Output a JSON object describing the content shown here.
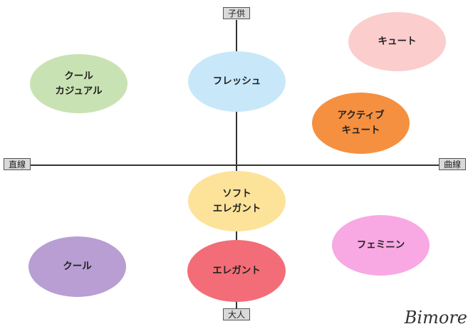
{
  "axes": {
    "top": "子供",
    "bottom": "大人",
    "left": "直線",
    "right": "曲線"
  },
  "bubbles": [
    {
      "id": "cute",
      "label": "キュート",
      "color": "#fbcdcd"
    },
    {
      "id": "cool-casual",
      "label": "クール\nカジュアル",
      "color": "#c9e2b3"
    },
    {
      "id": "fresh",
      "label": "フレッシュ",
      "color": "#c8e8fa"
    },
    {
      "id": "active-cute",
      "label": "アクティブ\nキュート",
      "color": "#f59040"
    },
    {
      "id": "soft-elegant",
      "label": "ソフト\nエレガント",
      "color": "#fde29a"
    },
    {
      "id": "feminine",
      "label": "フェミニン",
      "color": "#f8a8e3"
    },
    {
      "id": "cool",
      "label": "クール",
      "color": "#b89ed2"
    },
    {
      "id": "elegant",
      "label": "エレガント",
      "color": "#f26d77"
    }
  ],
  "logo": "Bimore"
}
